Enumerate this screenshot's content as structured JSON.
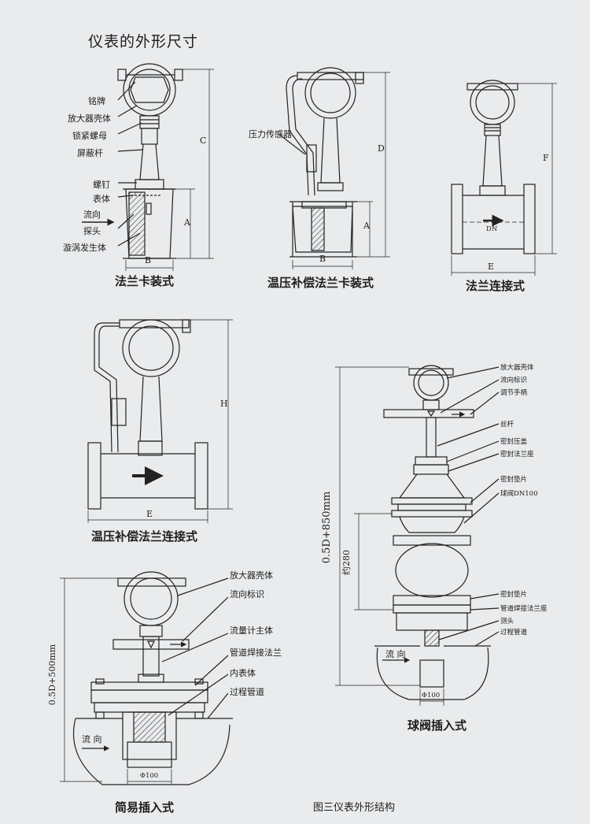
{
  "title": "仪表的外形尺寸",
  "figure_caption": "图三仪表外形结构",
  "flow_arrow_text": "流向",
  "d1": {
    "caption": "法兰卡装式",
    "labels": [
      "铭牌",
      "放大器壳体",
      "锁紧螺母",
      "屏蔽杆",
      "螺钉",
      "表体",
      "流向",
      "探头",
      "漩涡发生体"
    ],
    "dims": {
      "c": "C",
      "a": "A",
      "b": "B"
    }
  },
  "d2": {
    "caption": "温压补偿法兰卡装式",
    "sensor_label": "压力传感器",
    "dims": {
      "d": "D",
      "a": "A",
      "b": "B"
    }
  },
  "d3": {
    "caption": "法兰连接式",
    "dn": "DN",
    "dims": {
      "f": "F",
      "e": "E"
    }
  },
  "d4": {
    "caption": "温压补偿法兰连接式",
    "dims": {
      "h": "H",
      "e": "E"
    }
  },
  "d5": {
    "caption": "简易插入式",
    "labels": [
      "放大器壳体",
      "流向标识",
      "流量计主体",
      "管道焊接法兰",
      "内表体",
      "过程管道"
    ],
    "flow": "流   向",
    "height": "0.5D+500mm",
    "phi": "Φ100"
  },
  "d6": {
    "caption": "球阀插入式",
    "labels": [
      "放大器壳体",
      "流向标识",
      "调节手柄",
      "丝杆",
      "密封压盖",
      "密封法兰座",
      "密封垫片",
      "球阀DN100",
      "密封垫片",
      "管道焊接法兰座",
      "测头",
      "过程管道"
    ],
    "flow": "流   向",
    "height": "0.5D+850mm",
    "approx": "约280",
    "phi": "Φ100"
  }
}
